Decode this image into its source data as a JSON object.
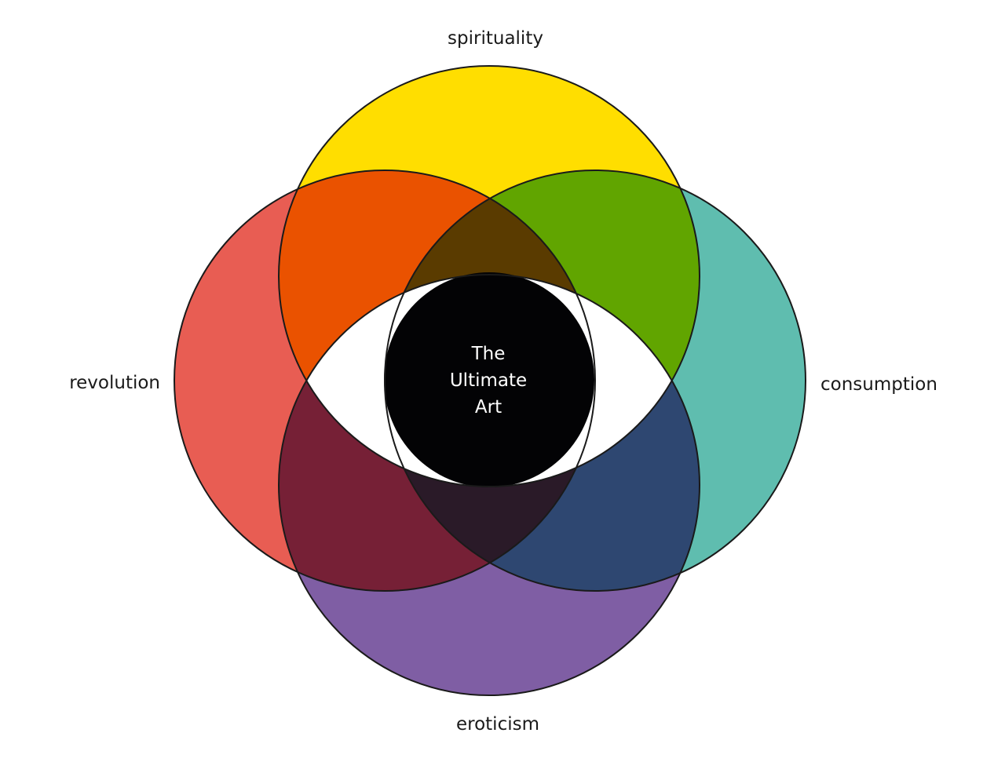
{
  "diagram": {
    "sets": [
      {
        "id": "top",
        "label": "spirituality",
        "color": "#FFDE00"
      },
      {
        "id": "left",
        "label": "revolution",
        "color": "#E85D53"
      },
      {
        "id": "right",
        "label": "consumption",
        "color": "#5FBDAF"
      },
      {
        "id": "bottom",
        "label": "eroticism",
        "color": "#7F5EA4"
      }
    ],
    "intersection_colors": {
      "top_left": "#EA5200",
      "top_right": "#61A500",
      "left_bottom": "#762036",
      "right_bottom": "#2E4771",
      "top_left_right": "#5A3B00",
      "left_right_bottom": "#2A1A28",
      "center_eye": "#FFFFFF",
      "center_core": "#030305"
    },
    "center": {
      "lines": [
        "The",
        "Ultimate",
        "Art"
      ]
    }
  }
}
